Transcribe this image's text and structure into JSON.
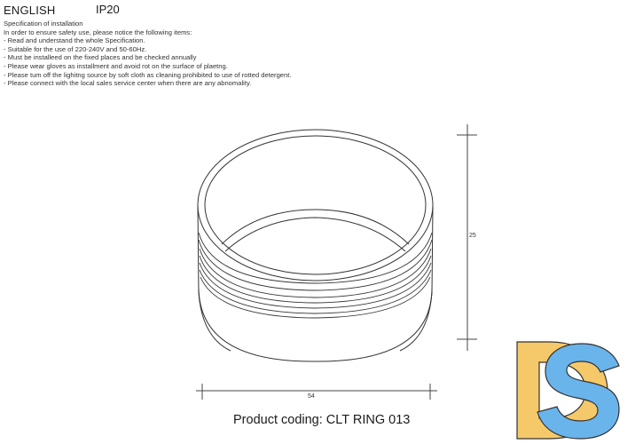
{
  "header": {
    "language": "ENGLISH",
    "ip_rating": "IP20"
  },
  "specification": {
    "title": "Specification of installation",
    "intro": "In order to ensure safety use, please notice the following items:",
    "items": [
      "- Read and understand the whole Specification.",
      "- Suitable for the use of 220-240V and 50-60Hz.",
      "- Must be installeed on the fixed places and be checked annually",
      "- Please wear gloves as installment and avoid rot on the surface of plaetng.",
      "- Please tum off the lighitng source by soft cloth as cleaning prohibited to use of rotted detergent.",
      "- Please connect with the local sales service center when there are any abnomality."
    ]
  },
  "drawing": {
    "height_dimension": "25",
    "width_dimension": "54"
  },
  "product": {
    "coding": "Product coding: CLT RING 013"
  },
  "logo": {
    "letters": "DS",
    "colors": {
      "d": "#F5C96A",
      "s": "#6AB4EC",
      "outline": "#333333"
    }
  }
}
